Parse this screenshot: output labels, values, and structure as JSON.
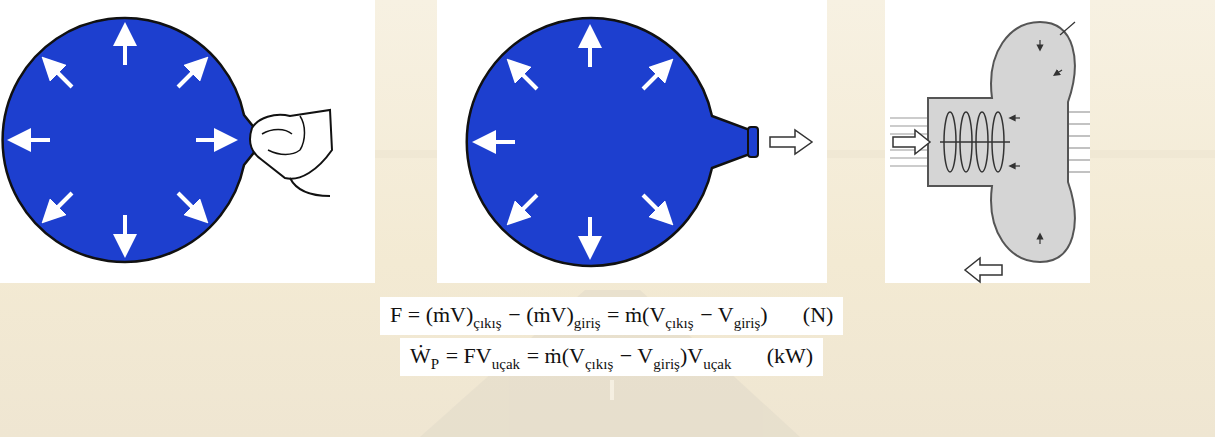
{
  "diagram": {
    "labels": [
      "F = (ṁV)",
      "çıkış",
      "− (ṁV)",
      "giriş",
      "= ṁ(V",
      "çıkış",
      "− V",
      "giriş",
      ")",
      "(N)",
      "Ẇ",
      "P",
      "= FV",
      "uçak",
      "= ṁ(V",
      "çıkış",
      "− V",
      "giriş",
      ")V",
      "uçak",
      "(kW)"
    ]
  }
}
